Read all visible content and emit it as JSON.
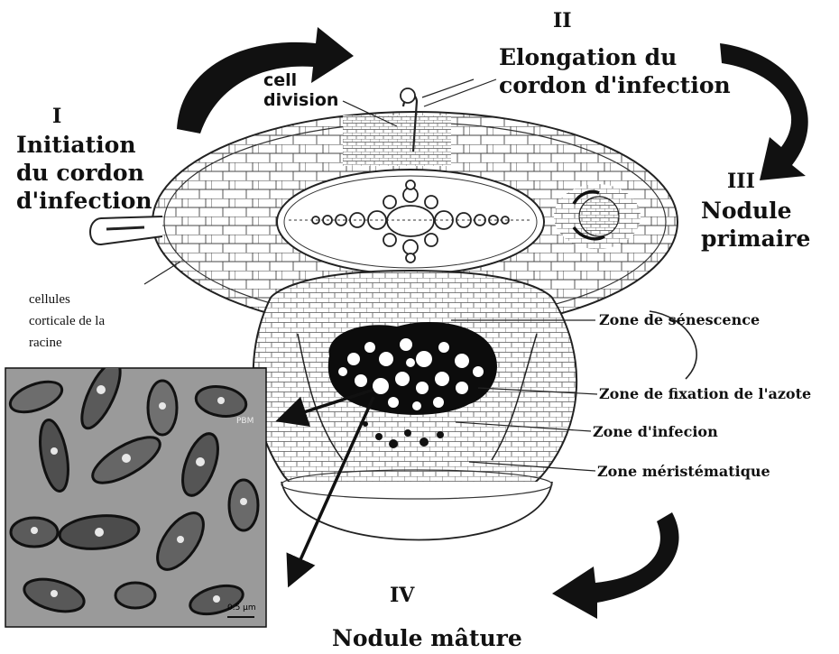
{
  "stages": {
    "stage_1": {
      "numeral": "I",
      "text": "Initiation\ndu cordon\nd'infection"
    },
    "stage_2": {
      "numeral": "II",
      "text": "Elongation du\ncordon d'infection"
    },
    "stage_3": {
      "numeral": "III",
      "text": "Nodule\nprimaire"
    },
    "stage_4": {
      "numeral": "IV",
      "text": "Nodule mâture"
    }
  },
  "cell_division": "cell\ndivision",
  "root_cells_note": "cellules\ncorticale de la\nracine",
  "zones": [
    "Zone de sénescence",
    "Zone de fixation de l'azote",
    "Zone d'infecion",
    "Zone méristématique"
  ],
  "micrograph": {
    "scale_label": "0.5 µm",
    "tag": "PBM"
  },
  "colors": {
    "ink": "#111111",
    "paper": "#ffffff",
    "micrograph_bg": "#9a9a9a"
  }
}
